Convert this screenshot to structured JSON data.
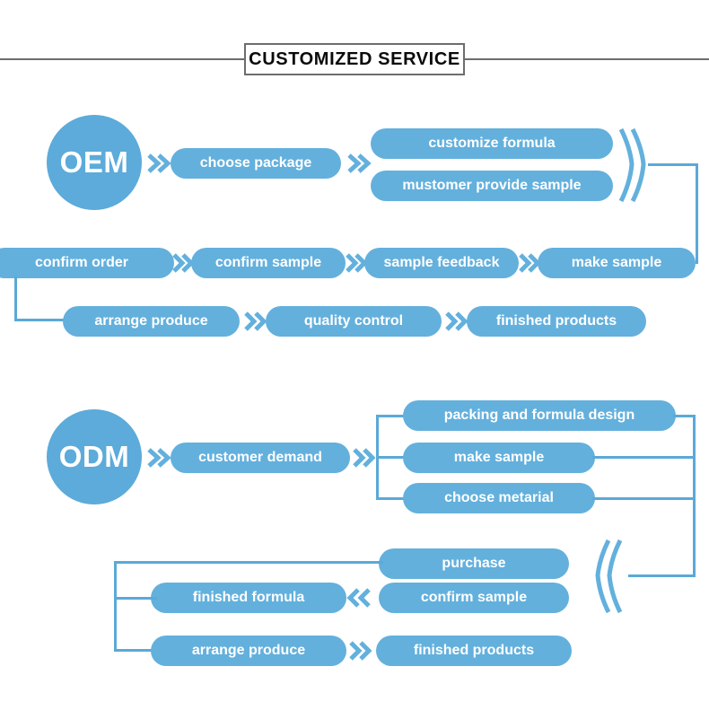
{
  "header": {
    "title": "CUSTOMIZED SERVICE"
  },
  "colors": {
    "pill_blue": "#63b0dd",
    "circle_blue": "#5cabda",
    "line_blue": "#5aa9d8",
    "rule_gray": "#6d6d6d",
    "text_white": "#ffffff",
    "text_black": "#0a0a0a",
    "background": "#ffffff"
  },
  "oem": {
    "label": "OEM",
    "steps": {
      "choose_package": "choose package",
      "customize_formula": "customize formula",
      "customer_provide_sample": "mustomer provide sample",
      "make_sample": "make sample",
      "sample_feedback": "sample feedback",
      "confirm_sample": "confirm sample",
      "confirm_order": "confirm order",
      "arrange_produce": "arrange produce",
      "quality_control": "quality control",
      "finished_products": "finished products"
    }
  },
  "odm": {
    "label": "ODM",
    "steps": {
      "customer_demand": "customer demand",
      "packing_and_formula_design": "packing and formula design",
      "make_sample": "make sample",
      "choose_material": "choose metarial",
      "purchase": "purchase",
      "confirm_sample": "confirm sample",
      "finished_formula": "finished formula",
      "arrange_produce": "arrange produce",
      "finished_products": "finished products"
    }
  },
  "icons": {
    "chevron_right_double": "double-chevron-right-icon",
    "chevron_left_double": "double-chevron-left-icon",
    "chevron_right_tall": "double-chevron-right-tall-icon",
    "chevron_left_tall": "double-chevron-left-tall-icon"
  }
}
